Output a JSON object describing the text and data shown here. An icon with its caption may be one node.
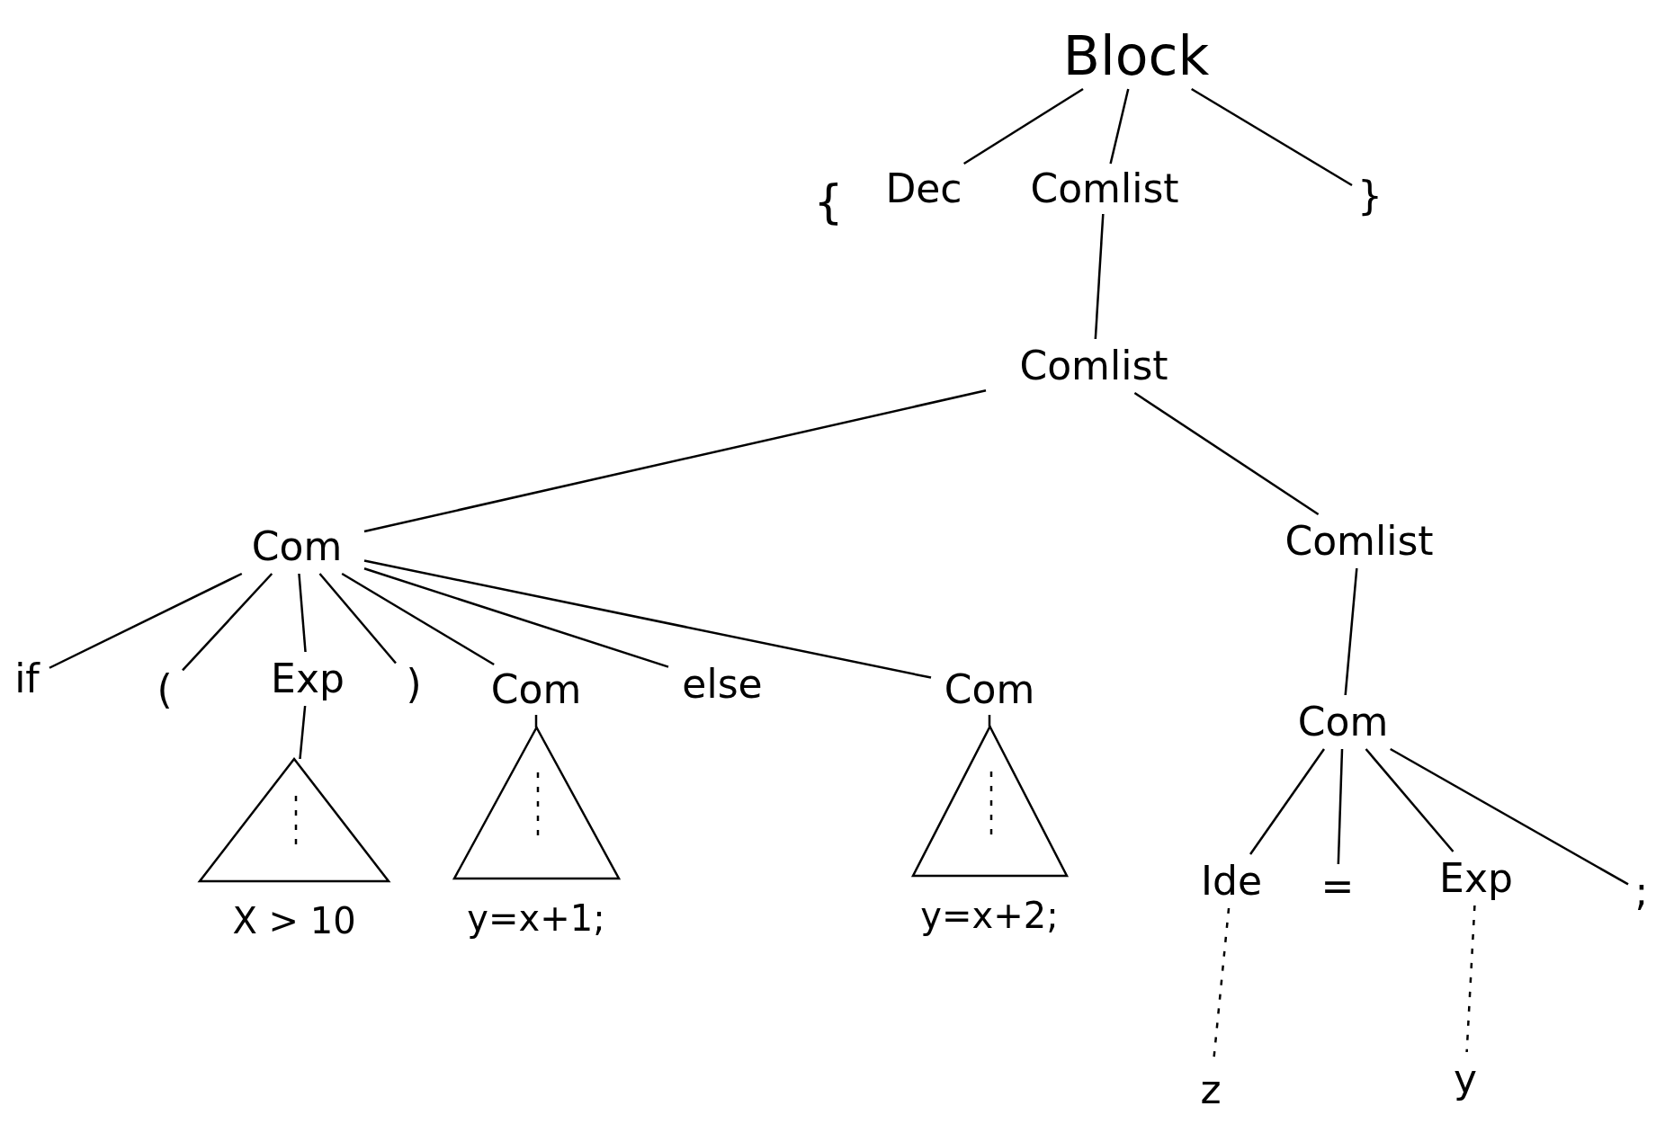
{
  "diagram": {
    "nodes": [
      {
        "text": [
          "Block"
        ]
      },
      {
        "text": [
          "Dec"
        ]
      },
      {
        "text": [
          "Comlist"
        ]
      },
      {
        "text": [
          "}"
        ]
      },
      {
        "text": [
          "Comlist"
        ]
      },
      {
        "text": [
          "Com"
        ]
      },
      {
        "text": [
          "Comlist"
        ]
      },
      {
        "text": [
          "if"
        ]
      },
      {
        "text": [
          "("
        ]
      },
      {
        "text": [
          "Exp"
        ]
      },
      {
        "text": [
          ")"
        ]
      },
      {
        "text": [
          "Com"
        ]
      },
      {
        "text": [
          "else"
        ]
      },
      {
        "text": [
          "Com"
        ]
      },
      {
        "text": [
          "Com"
        ]
      },
      {
        "text": [],
        "shape": "triangle",
        "beside": [
          "X > 10"
        ]
      },
      {
        "text": [],
        "shape": "triangle",
        "beside": [
          "y=x+1;"
        ]
      },
      {
        "text": [],
        "shape": "triangle",
        "beside": [
          "y=x+2;"
        ]
      },
      {
        "text": [
          "Ide"
        ]
      },
      {
        "text": [
          "="
        ]
      },
      {
        "text": [
          "Exp"
        ]
      },
      {
        "text": [
          ";"
        ]
      },
      {
        "text": [
          "z"
        ]
      },
      {
        "text": [
          "y"
        ]
      }
    ],
    "edges": [
      {
        "from": 0,
        "to": 1,
        "arrow": "none"
      },
      {
        "from": 0,
        "to": 2,
        "arrow": "none"
      },
      {
        "from": 0,
        "to": 3,
        "arrow": "none"
      },
      {
        "from": 2,
        "to": 4,
        "arrow": "none"
      },
      {
        "from": 4,
        "to": 5,
        "arrow": "none"
      },
      {
        "from": 4,
        "to": 6,
        "arrow": "none"
      },
      {
        "from": 5,
        "to": 7,
        "arrow": "none"
      },
      {
        "from": 5,
        "to": 8,
        "arrow": "none"
      },
      {
        "from": 5,
        "to": 9,
        "arrow": "none"
      },
      {
        "from": 5,
        "to": 10,
        "arrow": "none"
      },
      {
        "from": 5,
        "to": 11,
        "arrow": "none"
      },
      {
        "from": 5,
        "to": 12,
        "arrow": "none"
      },
      {
        "from": 5,
        "to": 13,
        "arrow": "none"
      },
      {
        "from": 9,
        "to": 15,
        "arrow": "none"
      },
      {
        "from": 11,
        "to": 16,
        "arrow": "none"
      },
      {
        "from": 13,
        "to": 17,
        "arrow": "none"
      },
      {
        "from": 6,
        "to": 14,
        "arrow": "none"
      },
      {
        "from": 14,
        "to": 18,
        "arrow": "none"
      },
      {
        "from": 14,
        "to": 19,
        "arrow": "none"
      },
      {
        "from": 14,
        "to": 20,
        "arrow": "none"
      },
      {
        "from": 14,
        "to": 21,
        "arrow": "none"
      },
      {
        "from": 18,
        "to": 22,
        "arrow": "none",
        "style": "dashed"
      },
      {
        "from": 20,
        "to": 23,
        "arrow": "none",
        "style": "dashed"
      }
    ],
    "labels": [
      "{"
    ]
  }
}
